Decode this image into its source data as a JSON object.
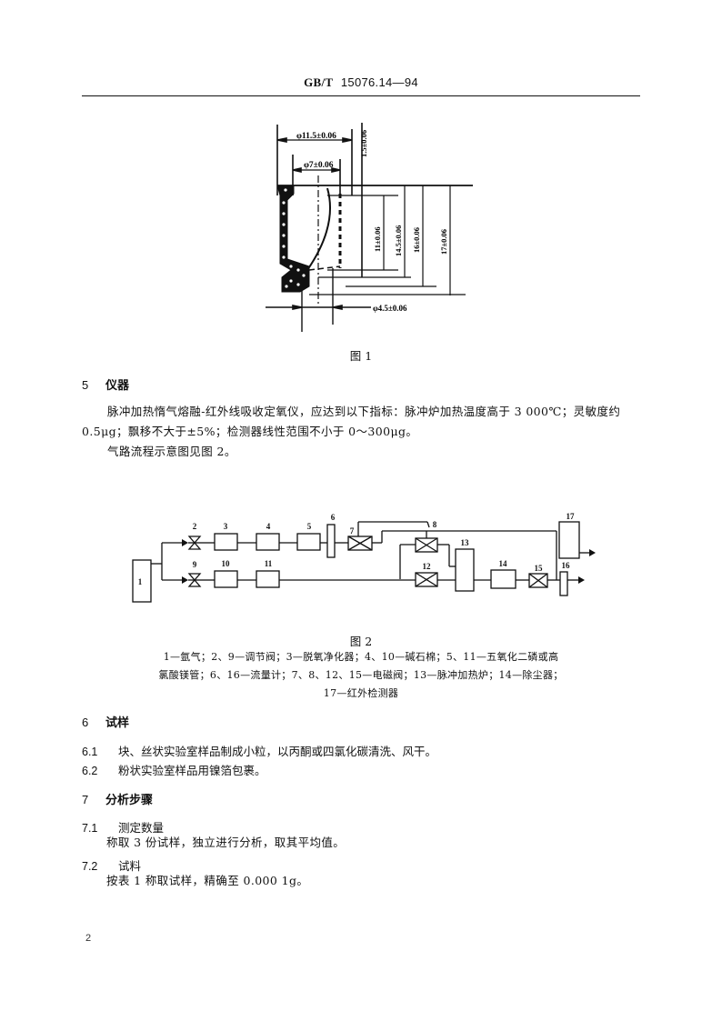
{
  "header": {
    "standard_prefix": "GB/T",
    "standard_number": "15076.14—94"
  },
  "figure1": {
    "caption": "图 1",
    "dimensions": {
      "outer_diameter": "φ11.5±0.06",
      "inner_diameter": "φ7±0.06",
      "top_thickness": "1.5±0.06",
      "depth_inner": "11±0.06",
      "depth_14_5": "14.5±0.06",
      "depth_16": "16±0.06",
      "total_height": "17±0.06",
      "bottom_hole_diameter": "φ4.5±0.06"
    }
  },
  "section5": {
    "number": "5",
    "title": "仪器",
    "paragraph1_line1": "脉冲加热惰气熔融-红外线吸收定氧仪，应达到以下指标：脉冲炉加热温度高于 3 000℃；灵敏度约",
    "paragraph1_line2": "0.5μg；飘移不大于±5%；检测器线性范围不小于 0～300μg。",
    "paragraph2": "气路流程示意图见图 2。"
  },
  "figure2": {
    "caption": "图 2",
    "component_labels": [
      "1",
      "2",
      "3",
      "4",
      "5",
      "6",
      "7",
      "8",
      "9",
      "10",
      "11",
      "12",
      "13",
      "14",
      "15",
      "16",
      "17"
    ],
    "legend_line1": "1—氩气；2、9—调节阀；3—脱氧净化器；4、10—碱石棉；5、11—五氧化二磷或高",
    "legend_line2": "氯酸镁管；6、16—流量计；7、8、12、15—电磁阀；13—脉冲加热炉；14—除尘器；",
    "legend_line3": "17—红外检测器"
  },
  "section6": {
    "number": "6",
    "title": "试样",
    "items": [
      {
        "number": "6.1",
        "text": "块、丝状实验室样品制成小粒，以丙酮或四氯化碳清洗、风干。"
      },
      {
        "number": "6.2",
        "text": "粉状实验室样品用镍箔包裹。"
      }
    ]
  },
  "section7": {
    "number": "7",
    "title": "分析步骤",
    "items": [
      {
        "number": "7.1",
        "title": "测定数量",
        "body": "称取 3 份试样，独立进行分析，取其平均值。"
      },
      {
        "number": "7.2",
        "title": "试料",
        "body": "按表 1 称取试样，精确至 0.000 1g。"
      }
    ]
  },
  "footer": {
    "page_number": "2"
  }
}
